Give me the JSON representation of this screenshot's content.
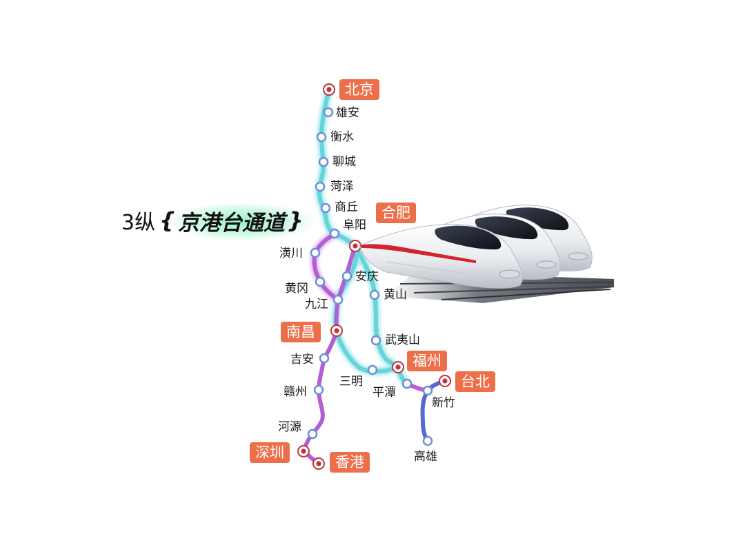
{
  "title": {
    "prefix": "3纵",
    "brace_open": "{",
    "main": "京港台通道",
    "brace_close": "}"
  },
  "colors": {
    "box": "#ec6f4a",
    "station_dot": "#6a8fd8",
    "major_dot": "#c0303e",
    "line_cyan": "#66d4d8",
    "line_purple": "#b25fd6",
    "line_blue": "#5468d8",
    "title_glow": "#7fe8bf"
  },
  "major_cities": {
    "beijing": "北京",
    "hefei": "合肥",
    "nanchang": "南昌",
    "fuzhou": "福州",
    "taipei": "台北",
    "shenzhen": "深圳",
    "hongkong": "香港"
  },
  "stations": {
    "xiongan": "雄安",
    "hengshui": "衡水",
    "liaocheng": "聊城",
    "heze": "菏泽",
    "shangqiu": "商丘",
    "fuyang": "阜阳",
    "huangchuan": "潢川",
    "huanggang": "黄冈",
    "jiujiang": "九江",
    "anqing": "安庆",
    "huangshan": "黄山",
    "wuyishan": "武夷山",
    "jian": "吉安",
    "ganzhou": "赣州",
    "heyuan": "河源",
    "sanming": "三明",
    "pingtan": "平潭",
    "xinzhu": "新竹",
    "gaoxiong": "高雄"
  },
  "icons": {
    "train": "high-speed-train-illustration"
  }
}
